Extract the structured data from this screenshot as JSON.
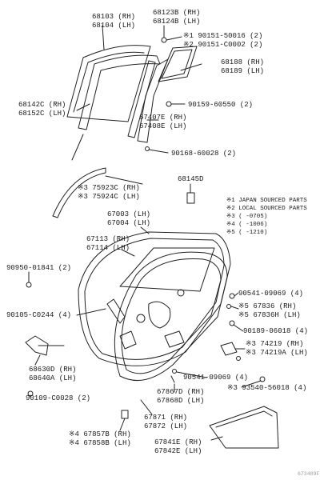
{
  "labels": {
    "p68103": "68103 (RH)",
    "p68104": "68104 (LH)",
    "p68123b": "68123B (RH)",
    "p68124b": "68124B (LH)",
    "p90151_50016": "※1 90151-50016 (2)",
    "p90151_c0002": "※2 90151-C0002 (2)",
    "p68188": "68188 (RH)",
    "p68189": "68189 (LH)",
    "p68142c": "68142C (RH)",
    "p68152c": "68152C (LH)",
    "p90159_60550": "90159-60550 (2)",
    "p67407e": "67407E (RH)",
    "p67408e": "67408E (LH)",
    "p90168_60028": "90168-60028 (2)",
    "p75923c": "※3 75923C (RH)",
    "p75924c": "※3 75924C (LH)",
    "p68145d": "68145D",
    "p67003": "67003 (LH)",
    "p67004": "67004 (LH)",
    "p67113": "67113 (RH)",
    "p67114": "67114 (LH)",
    "p90950_01841": "90950-01841 (2)",
    "p90541_a": "90541-09069 (4)",
    "p67836": "※5 67836 (RH)",
    "p67836h": "※5 67836H (LH)",
    "p90105_c0244": "90105-C0244 (4)",
    "p90189_06018": "90189-06018 (4)",
    "p74219": "※3 74219 (RH)",
    "p74219a": "※3 74219A (LH)",
    "p68630d": "68630D (RH)",
    "p68640a": "68640A (LH)",
    "p90541_b": "90541-09069 (4)",
    "p93540": "※3 93540-56018 (4)",
    "p67867d": "67867D (RH)",
    "p67868d": "67868D (LH)",
    "p90109_c0028": "90109-C0028 (2)",
    "p67871": "67871 (RH)",
    "p67872": "67872 (LH)",
    "p67857b": "※4 67857B (RH)",
    "p67858b": "※4 67858B (LH)",
    "p67841e": "67841E (RH)",
    "p67842e": "67842E (LH)"
  },
  "legend": [
    "※1 JAPAN SOURCED PARTS",
    "※2 LOCAL SOURCED PARTS",
    "※3 ( -0705)",
    "※4 ( -1006)",
    "※5 ( -1210)"
  ],
  "footer": "673489F"
}
